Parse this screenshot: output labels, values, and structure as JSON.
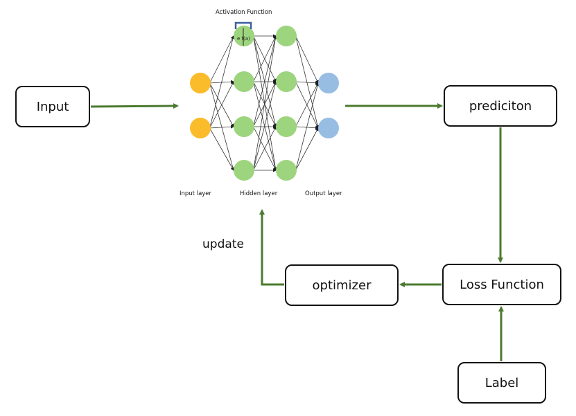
{
  "boxes": {
    "input": "Input",
    "prediction": "prediciton",
    "loss": "Loss Function",
    "optimizer": "optimizer",
    "label": "Label"
  },
  "edge_labels": {
    "update": "update"
  },
  "network": {
    "activation_label": "Activation Function",
    "activation_formula": "e f(a)",
    "layer_labels": {
      "input": "Input layer",
      "hidden": "Hidden layer",
      "output": "Output layer"
    },
    "layer_sizes": [
      2,
      4,
      4,
      2
    ]
  },
  "colors": {
    "arrow": "#4a7a2e",
    "input_node": "#fbbc2c",
    "hidden_node": "#9dd47e",
    "output_node": "#98bde3",
    "activation_bracket": "#3a5f9e"
  }
}
